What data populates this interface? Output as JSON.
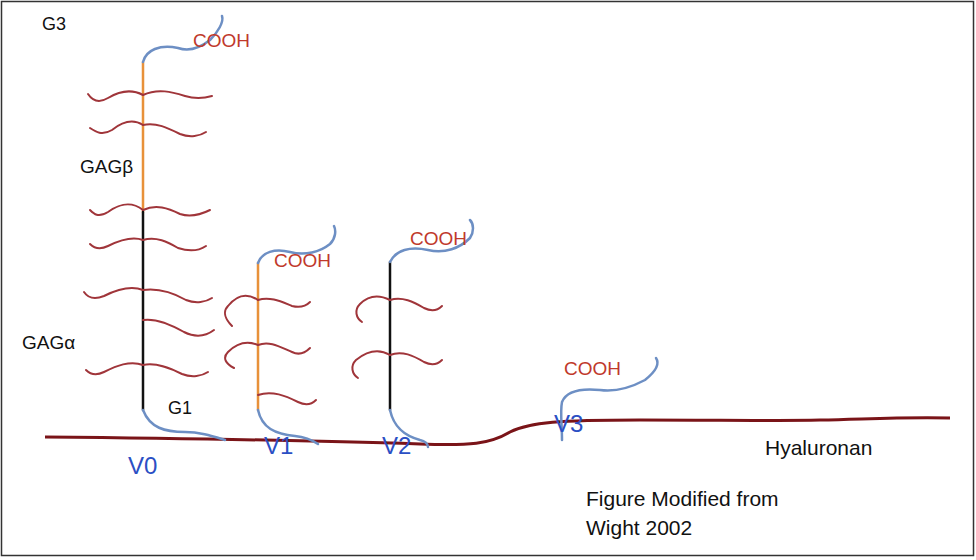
{
  "diagram": {
    "labels": [
      "G3",
      "COOH",
      "GAGβ",
      "GAGα",
      "G1",
      "COOH",
      "COOH",
      "COOH",
      "V0",
      "V1",
      "V2",
      "V3",
      "Hyaluronan",
      "Figure Modified from Wight 2002"
    ]
  }
}
